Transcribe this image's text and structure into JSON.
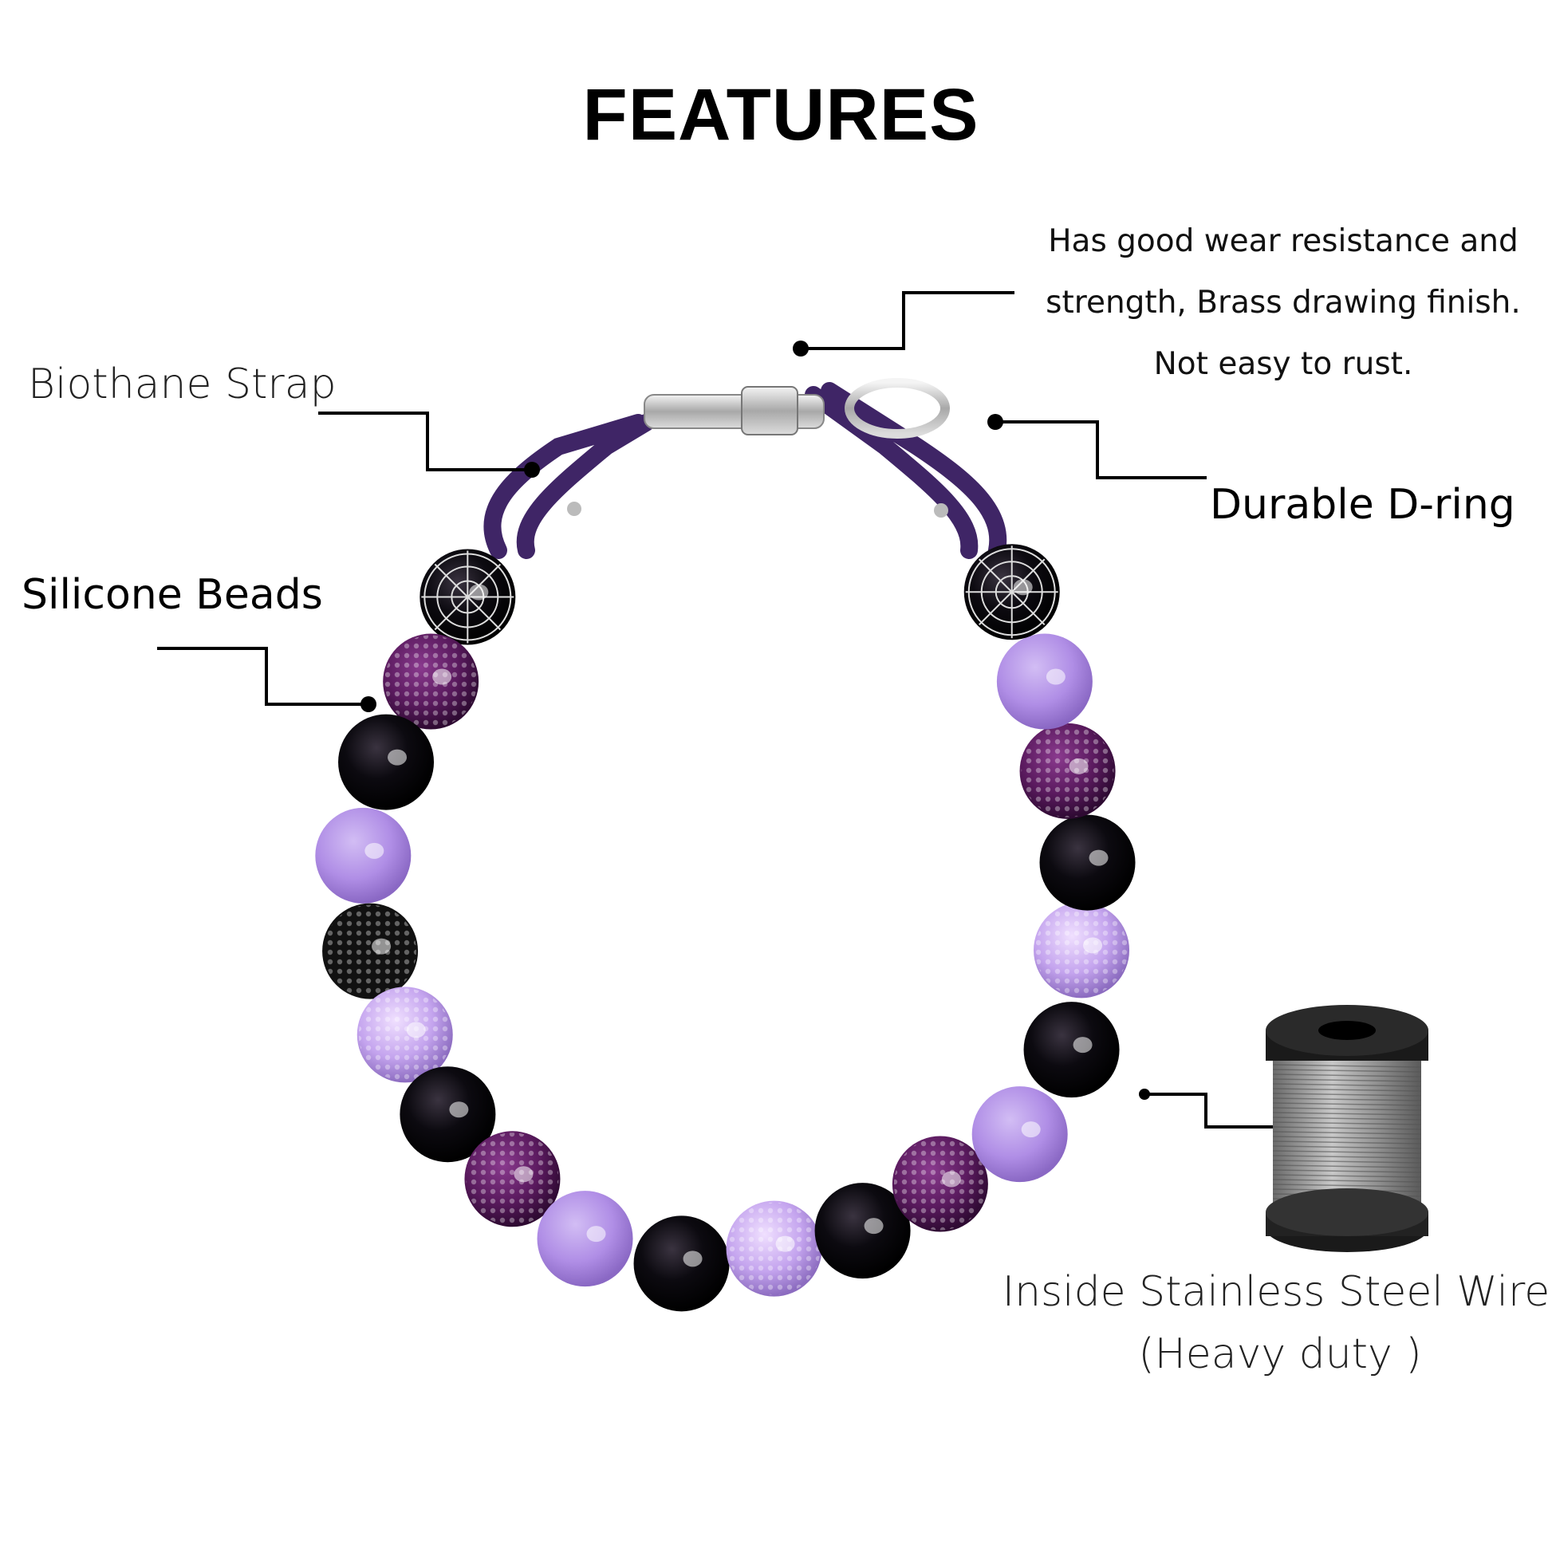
{
  "title": "FEATURES",
  "labels": {
    "strap": "Biothane Strap",
    "beads": "Silicone Beads",
    "dring": "Durable D-ring",
    "wire_line1": "Inside Stainless Steel Wire",
    "wire_line2": "(Heavy duty )"
  },
  "clasp_description": [
    "Has good wear resistance and",
    "strength, Brass drawing finish.",
    "Not easy to rust."
  ],
  "colors": {
    "strap": "#3f2566",
    "lavender": "#b08ee6",
    "plum": "#5a1a5e",
    "black": "#0c0a10"
  }
}
